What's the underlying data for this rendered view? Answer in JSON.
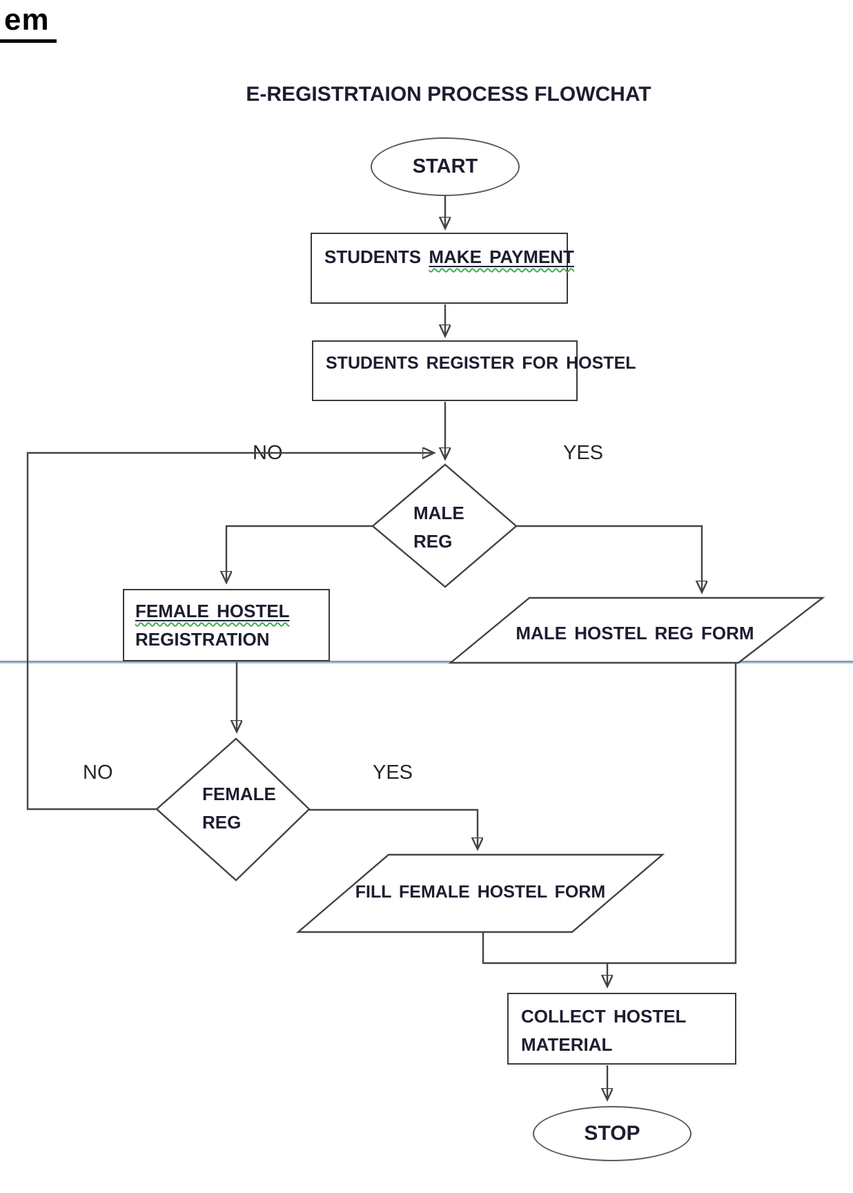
{
  "page": {
    "corner_fragment": "em",
    "title": "E-REGISTRTAION PROCESS FLOWCHAT"
  },
  "flowchart": {
    "start": "START",
    "process_payment": {
      "prefix": "STUDENTS",
      "underlined": "MAKE PAYMENT"
    },
    "process_register": "STUDENTS REGISTER FOR HOSTEL",
    "decision_male": {
      "line1": "MALE",
      "line2": "REG"
    },
    "male_no": "NO",
    "male_yes": "YES",
    "process_female_reg": {
      "underlined": "FEMALE HOSTEL",
      "line2": "REGISTRATION"
    },
    "io_male_form": "MALE HOSTEL REG FORM",
    "decision_female": {
      "line1": "FEMALE",
      "line2": "REG"
    },
    "female_no": "NO",
    "female_yes": "YES",
    "io_female_form": "FILL FEMALE HOSTEL FORM",
    "process_collect": {
      "line1": "COLLECT HOSTEL",
      "line2": "MATERIAL"
    },
    "stop": "STOP"
  },
  "colors": {
    "text": "#1d1d30",
    "shape_stroke": "#434343",
    "arrow": "#161616",
    "page_divider_blue": "#8aa5c3",
    "spellcheck_green": "#3fae4a"
  }
}
